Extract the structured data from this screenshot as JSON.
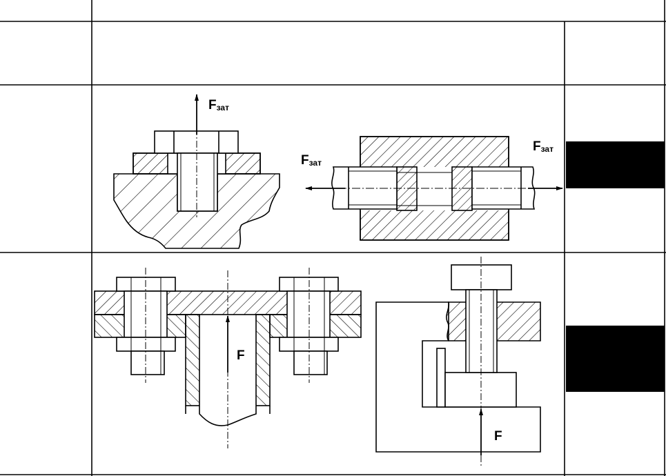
{
  "labels": {
    "force_main": "F",
    "force_sub": "зат",
    "force_plain": "F"
  },
  "colors": {
    "line": "#000000",
    "fill": "#ffffff",
    "marker": "#000000"
  }
}
